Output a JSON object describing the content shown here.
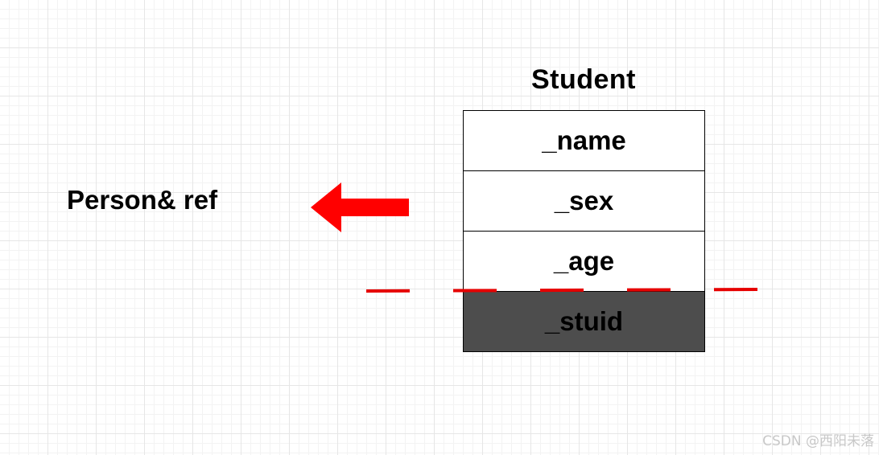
{
  "diagram": {
    "struct_title": "Student",
    "fields": [
      {
        "label": "_name",
        "part": "base"
      },
      {
        "label": "_sex",
        "part": "base"
      },
      {
        "label": "_age",
        "part": "base"
      },
      {
        "label": "_stuid",
        "part": "derived"
      }
    ],
    "reference_label": "Person& ref",
    "colors": {
      "arrow": "#ff0000",
      "slice_line": "#e60000",
      "derived_fill": "#4d4d4d"
    }
  },
  "watermark": "CSDN @西阳未落"
}
